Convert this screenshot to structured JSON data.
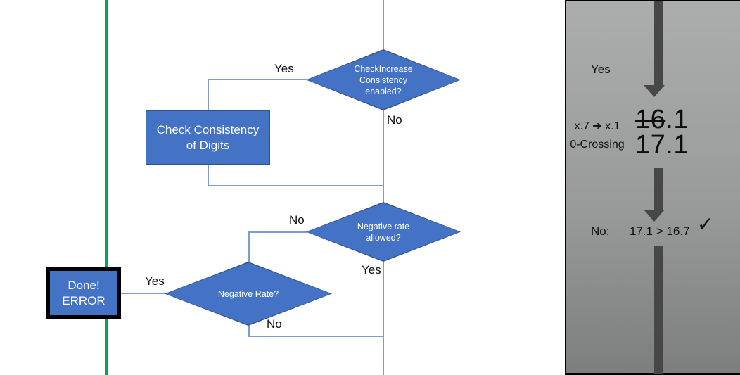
{
  "colors": {
    "shape_fill": "#4472C4",
    "shape_border": "#2F528F",
    "connector_line": "#7F9CCD",
    "green_line": "#00A650",
    "panel_gray_top": "#ACADAD",
    "panel_gray_bottom": "#7D7E7E",
    "panel_arrow": "#474747",
    "panel_border": "#000000",
    "shape_text": "#FFFFFF",
    "label_text": "#0D0D0D"
  },
  "flowchart": {
    "diamond_check_increase": {
      "label": "CheckIncrease Consistency enabled?",
      "yes_label": "Yes",
      "no_label": "No"
    },
    "process_check_consistency": {
      "label": "Check Consistency of Digits"
    },
    "diamond_negative_rate_allowed": {
      "label": "Negative rate allowed?",
      "no_label": "No",
      "yes_label": "Yes"
    },
    "diamond_negative_rate": {
      "label": "Negative Rate?",
      "yes_label": "Yes",
      "no_label": "No"
    },
    "done_box": {
      "label": "Done! ERROR"
    }
  },
  "side_panel": {
    "yes_label": "Yes",
    "rule_line1": "x.7 ➔ x.1",
    "rule_line2": "0-Crossing",
    "old_value_struck": "16",
    "old_value_rest": ".1",
    "new_value": "17.1",
    "result_label": "No:",
    "comparison": "17.1 > 16.7",
    "checkmark": "✓"
  }
}
